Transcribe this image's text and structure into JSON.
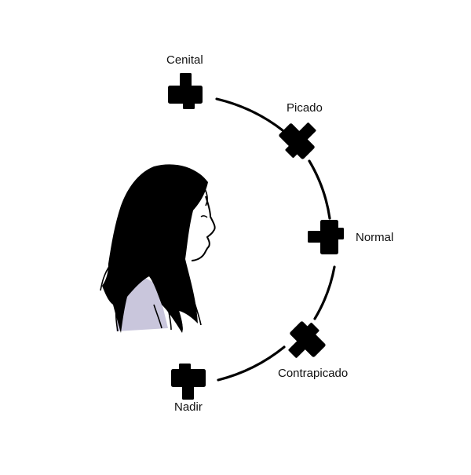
{
  "diagram": {
    "angles": [
      {
        "id": "cenital",
        "label": "Cenital"
      },
      {
        "id": "picado",
        "label": "Picado"
      },
      {
        "id": "normal",
        "label": "Normal"
      },
      {
        "id": "contrapicado",
        "label": "Contrapicado"
      },
      {
        "id": "nadir",
        "label": "Nadir"
      }
    ]
  },
  "colors": {
    "ink": "#000000",
    "shirt": "#c9c6dc",
    "background": "#ffffff"
  }
}
